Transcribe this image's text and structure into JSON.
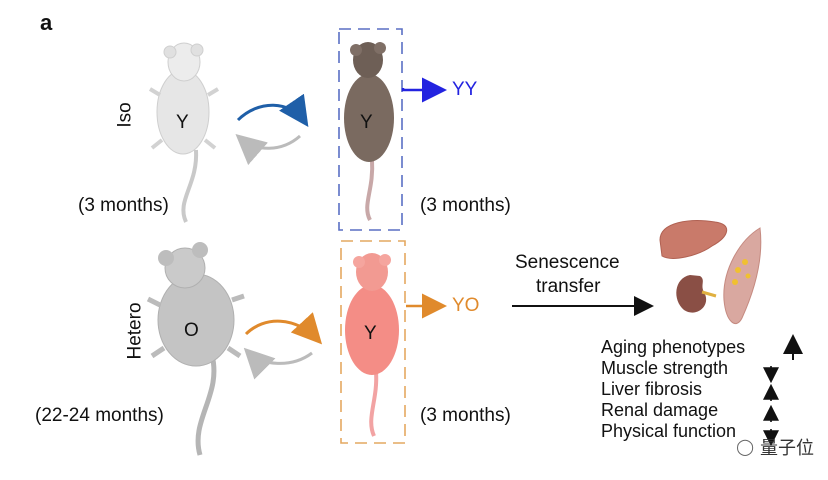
{
  "panel_label": "a",
  "rows": {
    "iso": {
      "label": "Iso",
      "donor_letter": "Y",
      "donor_age": "(3 months)",
      "recipient_letter": "Y",
      "recipient_age": "(3 months)",
      "result": "YY",
      "arrow_color": "#1f5fa8",
      "result_color": "#2323e0"
    },
    "hetero": {
      "label": "Hetero",
      "donor_letter": "O",
      "donor_age": "(22-24 months)",
      "recipient_letter": "Y",
      "recipient_age": "(3 months)",
      "result": "YO",
      "arrow_color": "#e08a2c",
      "result_color": "#e08a2c"
    }
  },
  "transfer_label_line1": "Senescence",
  "transfer_label_line2": "transfer",
  "outcomes": [
    {
      "label": "Aging phenotypes",
      "direction": "up"
    },
    {
      "label": "Muscle strength",
      "direction": "down"
    },
    {
      "label": "Liver fibrosis",
      "direction": "up"
    },
    {
      "label": "Renal damage",
      "direction": "up"
    },
    {
      "label": "Physical function",
      "direction": "down"
    }
  ],
  "watermark": "量子位"
}
